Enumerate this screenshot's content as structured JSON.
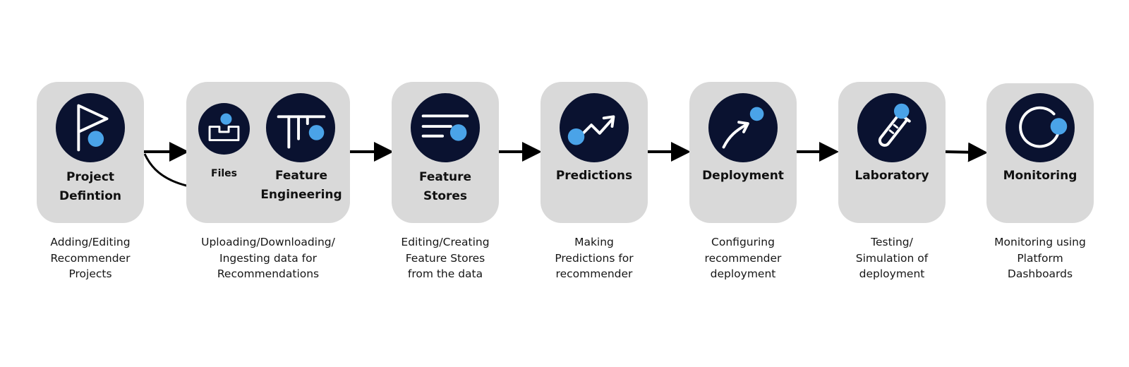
{
  "colors": {
    "card_bg": "#d9d9d9",
    "icon_bg": "#0a1230",
    "accent_dot": "#4aa3e8",
    "icon_stroke": "#ffffff",
    "arrow": "#000000"
  },
  "stages": [
    {
      "id": "project-definition",
      "label": "Project\nDefintion",
      "description": "Adding/Editing\nRecommender\nProjects",
      "icon": "flag-icon"
    },
    {
      "id": "files-feature-engineering",
      "files_label": "Files",
      "label": "Feature\nEngineering",
      "description": "Uploading/Downloading/\nIngesting data for\nRecommendations",
      "files_icon": "inbox-tray-icon",
      "icon": "table-columns-icon"
    },
    {
      "id": "feature-stores",
      "label": "Feature\nStores",
      "description": "Editing/Creating\nFeature Stores\nfrom the data",
      "icon": "text-lines-icon"
    },
    {
      "id": "predictions",
      "label": "Predictions",
      "description": "Making\nPredictions for\nrecommender",
      "icon": "trend-up-icon"
    },
    {
      "id": "deployment",
      "label": "Deployment",
      "description": "Configuring\nrecommender\ndeployment",
      "icon": "curved-arrow-icon"
    },
    {
      "id": "laboratory",
      "label": "Laboratory",
      "description": "Testing/\nSimulation of\ndeployment",
      "icon": "test-tube-icon"
    },
    {
      "id": "monitoring",
      "label": "Monitoring",
      "description": "Monitoring using\nPlatform\nDashboards",
      "icon": "ring-icon"
    }
  ]
}
